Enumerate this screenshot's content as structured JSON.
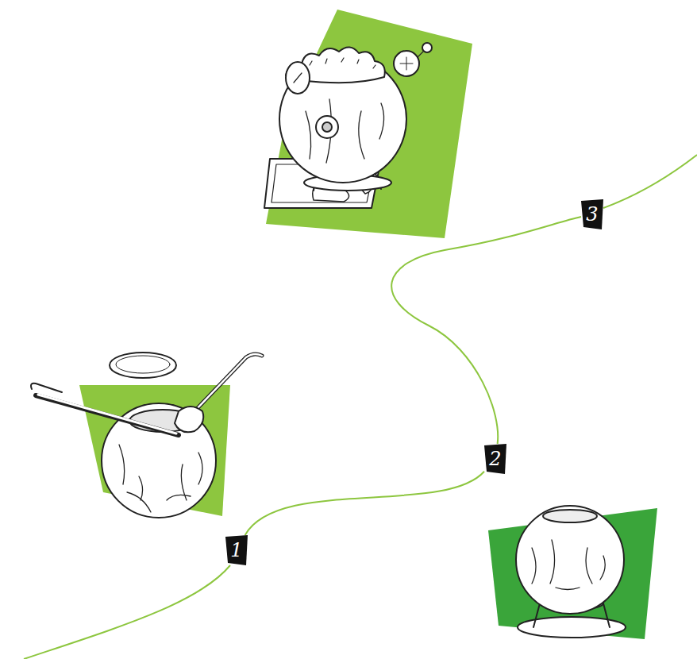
{
  "diagram": {
    "nodes": [
      {
        "text": [
          "1"
        ]
      },
      {
        "text": [
          "2"
        ]
      },
      {
        "text": [
          "3"
        ]
      }
    ],
    "edges": [
      {
        "from": 0,
        "to": 1,
        "arrow": "none"
      },
      {
        "from": 1,
        "to": 2,
        "arrow": "none"
      }
    ]
  }
}
